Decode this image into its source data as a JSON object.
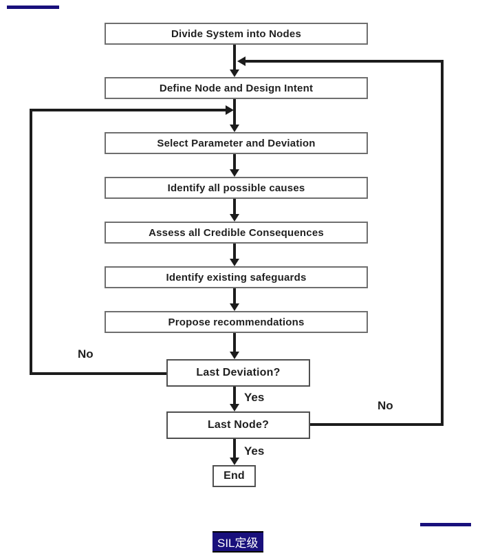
{
  "colors": {
    "background": "#ffffff",
    "navy_accent": "#19107c",
    "connector_line": "#1c1c1c",
    "process_border": "#6e6e6e",
    "decision_border": "#4f4f4f",
    "box_text": "#1f1f1f",
    "badge_bg": "#19107c",
    "badge_text": "#ffffff"
  },
  "flowchart": {
    "type": "flowchart",
    "nodes": [
      {
        "id": "divide-system",
        "shape": "process",
        "label": "Divide System into Nodes"
      },
      {
        "id": "define-node",
        "shape": "process",
        "label": "Define Node and Design Intent"
      },
      {
        "id": "select-parameter",
        "shape": "process",
        "label": "Select Parameter and Deviation"
      },
      {
        "id": "identify-causes",
        "shape": "process",
        "label": "Identify all possible causes"
      },
      {
        "id": "assess-consequences",
        "shape": "process",
        "label": "Assess all Credible Consequences"
      },
      {
        "id": "identify-safeguards",
        "shape": "process",
        "label": "Identify existing safeguards"
      },
      {
        "id": "propose-recommendations",
        "shape": "process",
        "label": "Propose recommendations"
      },
      {
        "id": "last-deviation",
        "shape": "decision",
        "label": "Last Deviation?"
      },
      {
        "id": "last-node",
        "shape": "decision",
        "label": "Last Node?"
      },
      {
        "id": "end",
        "shape": "terminal",
        "label": "End"
      }
    ],
    "edges": [
      {
        "from": "divide-system",
        "to": "define-node",
        "label": ""
      },
      {
        "from": "define-node",
        "to": "select-parameter",
        "label": ""
      },
      {
        "from": "select-parameter",
        "to": "identify-causes",
        "label": ""
      },
      {
        "from": "identify-causes",
        "to": "assess-consequences",
        "label": ""
      },
      {
        "from": "assess-consequences",
        "to": "identify-safeguards",
        "label": ""
      },
      {
        "from": "identify-safeguards",
        "to": "propose-recommendations",
        "label": ""
      },
      {
        "from": "propose-recommendations",
        "to": "last-deviation",
        "label": ""
      },
      {
        "from": "last-deviation",
        "to": "select-parameter",
        "label": "No",
        "route": "left-loop"
      },
      {
        "from": "last-deviation",
        "to": "last-node",
        "label": "Yes"
      },
      {
        "from": "last-node",
        "to": "define-node",
        "label": "No",
        "route": "right-loop"
      },
      {
        "from": "last-node",
        "to": "end",
        "label": "Yes"
      }
    ],
    "labels": {
      "no_last_deviation": "No",
      "yes_last_deviation": "Yes",
      "no_last_node": "No",
      "yes_last_node": "Yes"
    }
  },
  "footer": {
    "badge": "SIL定级"
  }
}
